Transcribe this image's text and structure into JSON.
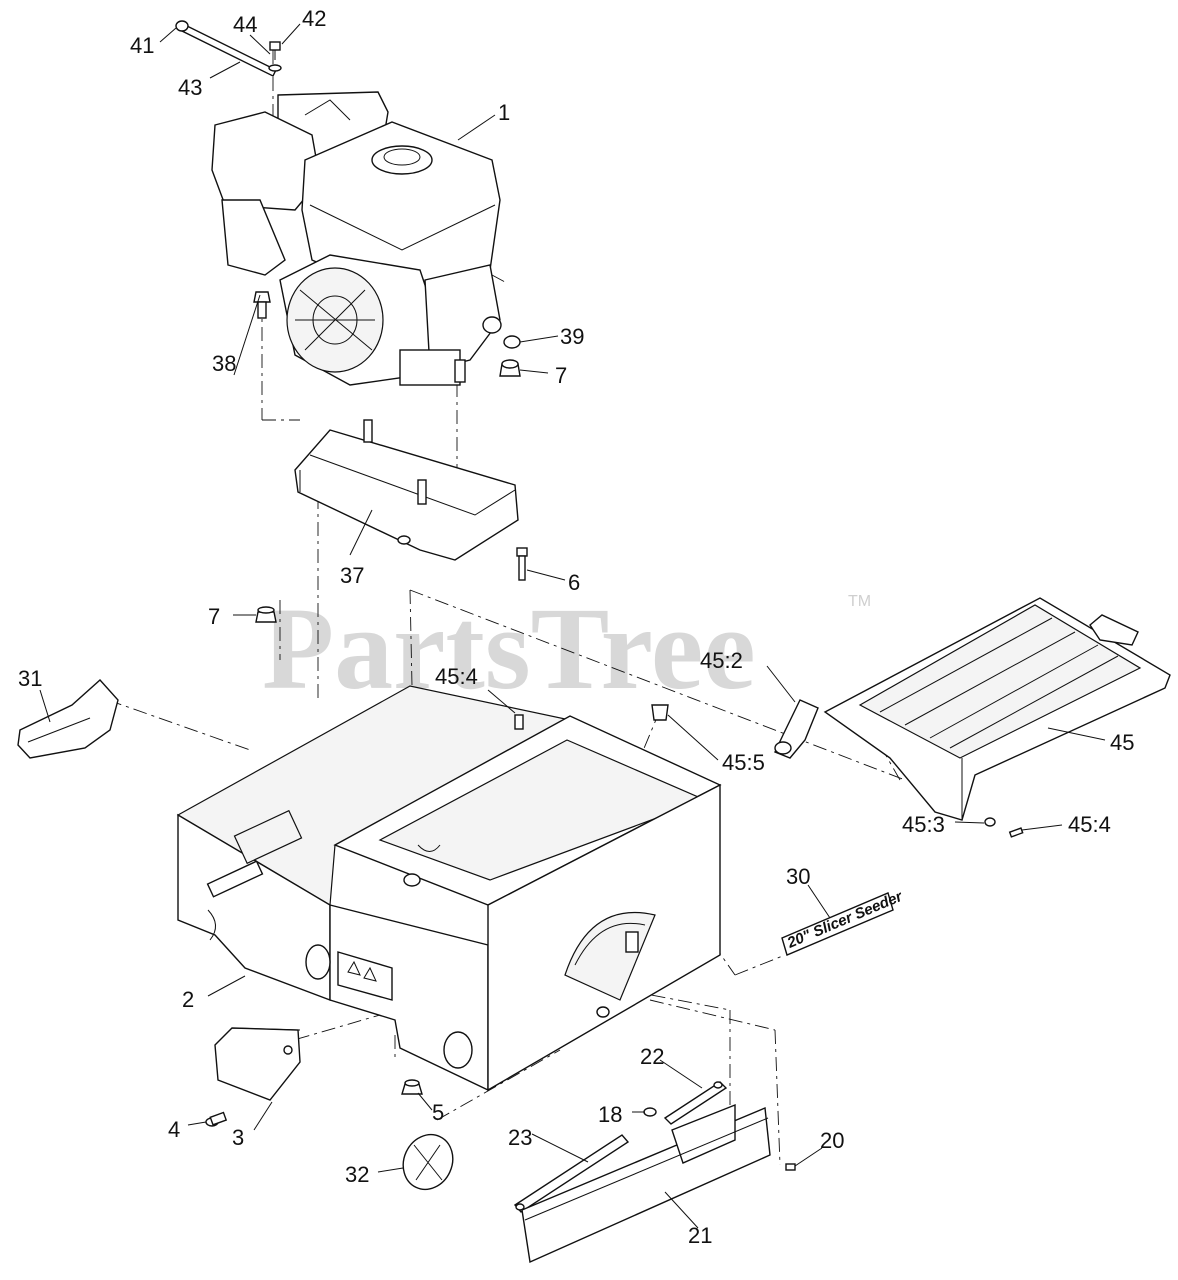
{
  "watermark": {
    "text": "PartsTree",
    "mark": "TM"
  },
  "decal": {
    "text": "20\" Slicer Seeder"
  },
  "callouts": {
    "c41": "41",
    "c44": "44",
    "c42": "42",
    "c43": "43",
    "c1": "1",
    "c39": "39",
    "c7a": "7",
    "c38": "38",
    "c37": "37",
    "c6": "6",
    "c7b": "7",
    "c31": "31",
    "c45_4a": "45:4",
    "c45_2": "45:2",
    "c45_5": "45:5",
    "c45": "45",
    "c45_3": "45:3",
    "c45_4b": "45:4",
    "c30": "30",
    "c2": "2",
    "c22": "22",
    "c18": "18",
    "c4": "4",
    "c3": "3",
    "c5": "5",
    "c20": "20",
    "c32": "32",
    "c23": "23",
    "c21": "21"
  },
  "icons": {
    "logo": "x-badge-icon",
    "gauge": "rate-gauge-icon",
    "warning": "warning-triangle-icon"
  }
}
